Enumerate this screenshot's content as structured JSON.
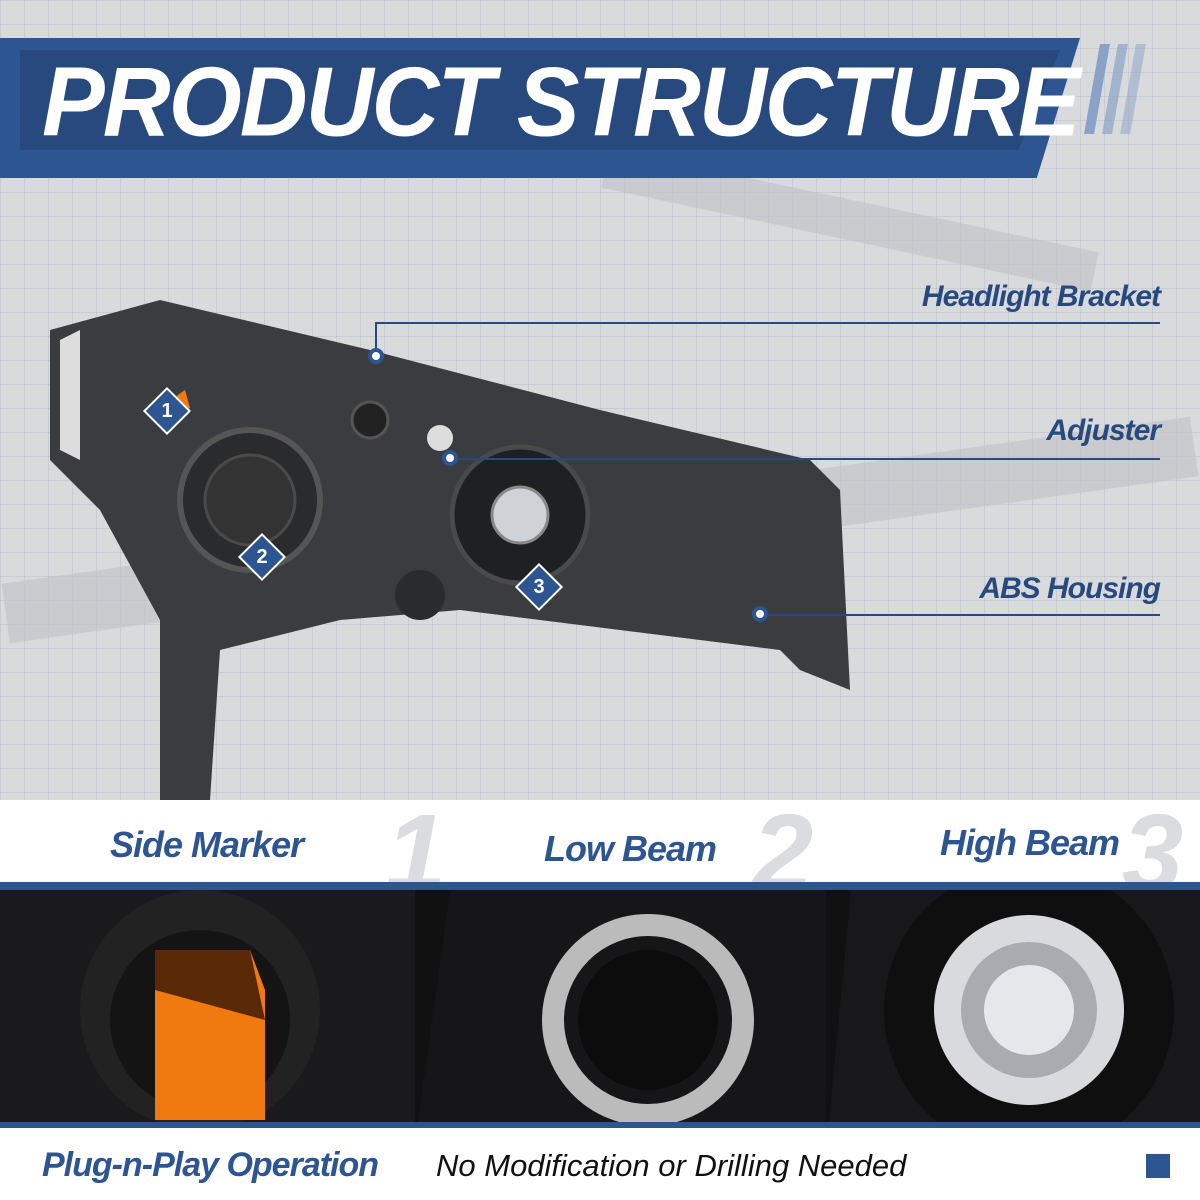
{
  "header": {
    "title": "PRODUCT STRUCTURE"
  },
  "callouts": [
    {
      "label": "Headlight Bracket"
    },
    {
      "label": "Adjuster"
    },
    {
      "label": "ABS Housing"
    }
  ],
  "markers": [
    "1",
    "2",
    "3"
  ],
  "features": [
    {
      "label": "Side Marker",
      "number": "1"
    },
    {
      "label": "Low Beam",
      "number": "2"
    },
    {
      "label": "High Beam",
      "number": "3"
    }
  ],
  "footer": {
    "headline": "Plug-n-Play Operation",
    "subtext": "No Modification or Drilling Needed"
  },
  "colors": {
    "brand_blue": "#2d5591",
    "amber": "#f07a10"
  }
}
